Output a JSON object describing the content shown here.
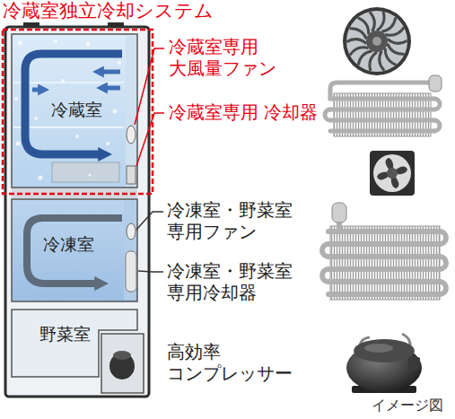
{
  "diagram": {
    "title": "冷蔵室独立冷却システム",
    "caption": "イメージ図",
    "nodes": [
      {
        "text": [
          "冷蔵室"
        ]
      },
      {
        "text": [
          "冷凍室"
        ]
      },
      {
        "text": [
          "野菜室"
        ]
      }
    ],
    "labels": [
      "冷蔵室専用 大風量ファン",
      "冷蔵室専用 冷却器",
      "冷凍室・野菜室 専用ファン",
      "冷凍室・野菜室 専用冷却器",
      "高効率 コンプレッサー"
    ]
  }
}
